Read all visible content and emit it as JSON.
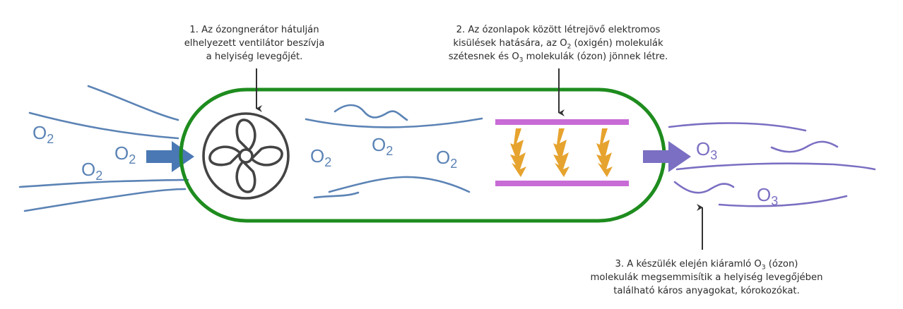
{
  "captions": {
    "intake": {
      "lines": [
        "1. Az ózongnerátor hátulján",
        "elhelyezett ventilátor beszívja",
        "a helyiség levegőjét."
      ]
    },
    "reaction": {
      "line1": "2. Az ózonlapok között létrejövő elektromos",
      "line2_a": "kisülések hatására, az O",
      "line2_sub": "2",
      "line2_b": " (oxigén) molekulák",
      "line3_a": "szétesnek és O",
      "line3_sub": "3",
      "line3_b": " molekulák (ózon) jönnek létre."
    },
    "output": {
      "line1_a": "3. A készülék elején kiáramló O",
      "line1_sub": "3",
      "line1_b": " (ózon)",
      "line2": "molekulák megsemmisítik a helyiség levegőjében",
      "line3": "található káros anyagokat, kórokozókat."
    }
  },
  "labels": {
    "o2_base": "O",
    "o2_sub": "2",
    "o3_base": "O",
    "o3_sub": "3"
  },
  "icons": {
    "fan": "fan-icon",
    "spark": "lightning-icon",
    "intake_arrow": "arrow-right-icon",
    "output_arrow": "arrow-right-icon",
    "pointer": "arrow-down-icon"
  },
  "colors": {
    "housing": "#1e8c1e",
    "air": "#5b83b5",
    "ozone": "#7a6fc2",
    "plates": "#c86bd6",
    "spark": "#e6a32e",
    "fan": "#444444",
    "pointer": "#333333"
  }
}
